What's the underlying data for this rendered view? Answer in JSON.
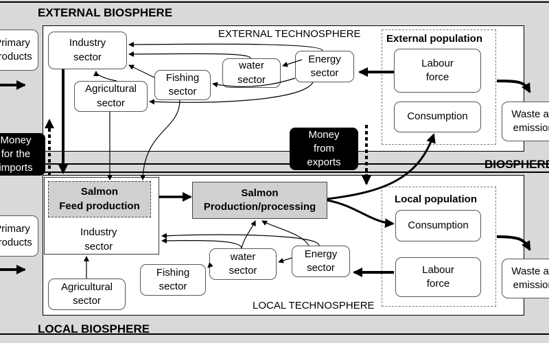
{
  "external_biosphere": {
    "title": "EXTERNAL BIOSPHERE",
    "technosphere_title": "EXTERNAL TECHNOSPHERE",
    "primary_products": "Primary\nproducts",
    "industry": "Industry\nsector",
    "agricultural": "Agricultural\nsector",
    "fishing": "Fishing\nsector",
    "water": "water\nsector",
    "energy": "Energy\nsector",
    "population_title": "External population",
    "labour": "Labour\nforce",
    "consumption": "Consumption",
    "waste": "Waste and\nemissions"
  },
  "money_for_imports": "Money\nfor the\nimports",
  "money_from_exports": "Money\nfrom\nexports",
  "biosphere_label": "BIOSPHERE",
  "local_biosphere": {
    "title": "LOCAL BIOSPHERE",
    "technosphere_title": "LOCAL TECHNOSPHERE",
    "primary_products": "Primary\nproducts",
    "feed": "Salmon\nFeed production",
    "industry": "Industry\nsector",
    "production": "Salmon\nProduction/processing",
    "agricultural": "Agricultural\nsector",
    "fishing": "Fishing\nsector",
    "water": "water\nsector",
    "energy": "Energy\nsector",
    "population_title": "Local population",
    "consumption": "Consumption",
    "labour": "Labour\nforce",
    "waste": "Waste and\nemissions"
  }
}
